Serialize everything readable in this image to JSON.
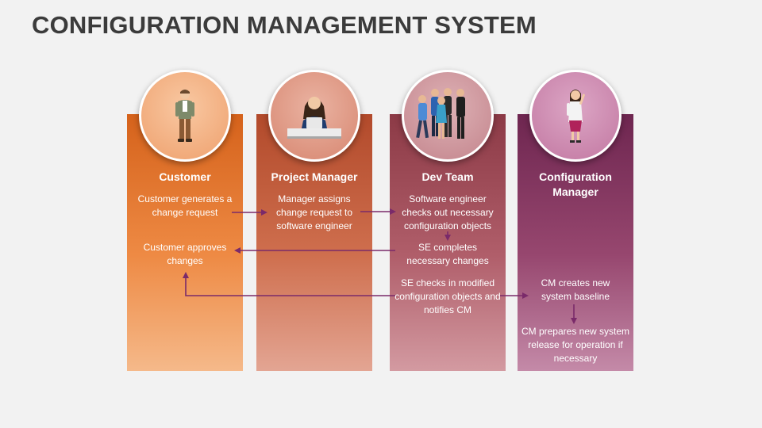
{
  "title": "CONFIGURATION MANAGEMENT SYSTEM",
  "roles": [
    {
      "name": "Customer",
      "icon": "standing-man-icon"
    },
    {
      "name": "Project Manager",
      "icon": "woman-at-laptop-icon"
    },
    {
      "name": "Dev Team",
      "icon": "team-group-icon"
    },
    {
      "name": "Configuration Manager",
      "icon": "standing-woman-icon"
    }
  ],
  "steps": {
    "customer_generates": "Customer generates a change request",
    "customer_approves": "Customer approves changes",
    "manager_assigns": "Manager assigns change request to software engineer",
    "engineer_checks_out": "Software engineer checks out necessary configuration objects",
    "se_completes": "SE completes necessary changes",
    "se_checks_in": "SE checks in modified configuration objects and notifies CM",
    "cm_creates": "CM creates new system baseline",
    "cm_prepares": "CM prepares new system release for operation if necessary"
  },
  "colors": {
    "arrow": "#7a2a6a",
    "customer": "#e8762d",
    "project_manager": "#c45a3b",
    "dev_team": "#a14f5a",
    "configuration_manager": "#86365f"
  }
}
